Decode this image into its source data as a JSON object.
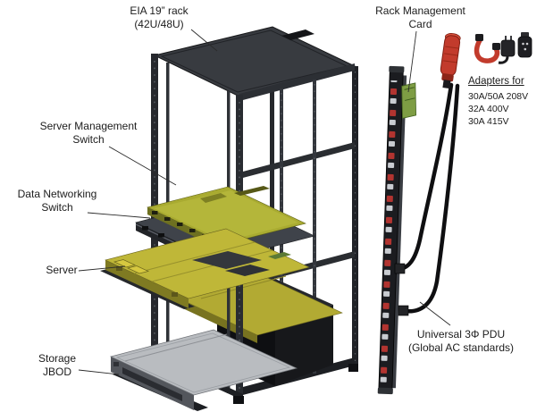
{
  "diagram_labels": {
    "rack": {
      "line1": "EIA 19” rack",
      "line2": "(42U/48U)"
    },
    "rack_management_card": {
      "line1": "Rack Management",
      "line2": "Card"
    },
    "server_management_switch": {
      "line1": "Server Management",
      "line2": "Switch"
    },
    "data_networking_switch": {
      "line1": "Data Networking",
      "line2": "Switch"
    },
    "server": {
      "line1": "Server"
    },
    "storage_jbod": {
      "line1": "Storage",
      "line2": "JBOD"
    },
    "pdu": {
      "line1": "Universal 3Φ PDU",
      "line2": "(Global AC standards)"
    },
    "adapters": {
      "title": "Adapters for",
      "items": [
        "30A/50A 208V",
        "32A 400V",
        "30A 415V"
      ]
    }
  },
  "colors": {
    "frame_dark": "#26282d",
    "tray_olive": "#a9ab31",
    "server_yellow": "#bfb738",
    "jbod_gray": "#b9bcc0",
    "pdu_black": "#1b1c20",
    "plug_red": "#c23b2c",
    "card_green": "#7e9d44"
  }
}
